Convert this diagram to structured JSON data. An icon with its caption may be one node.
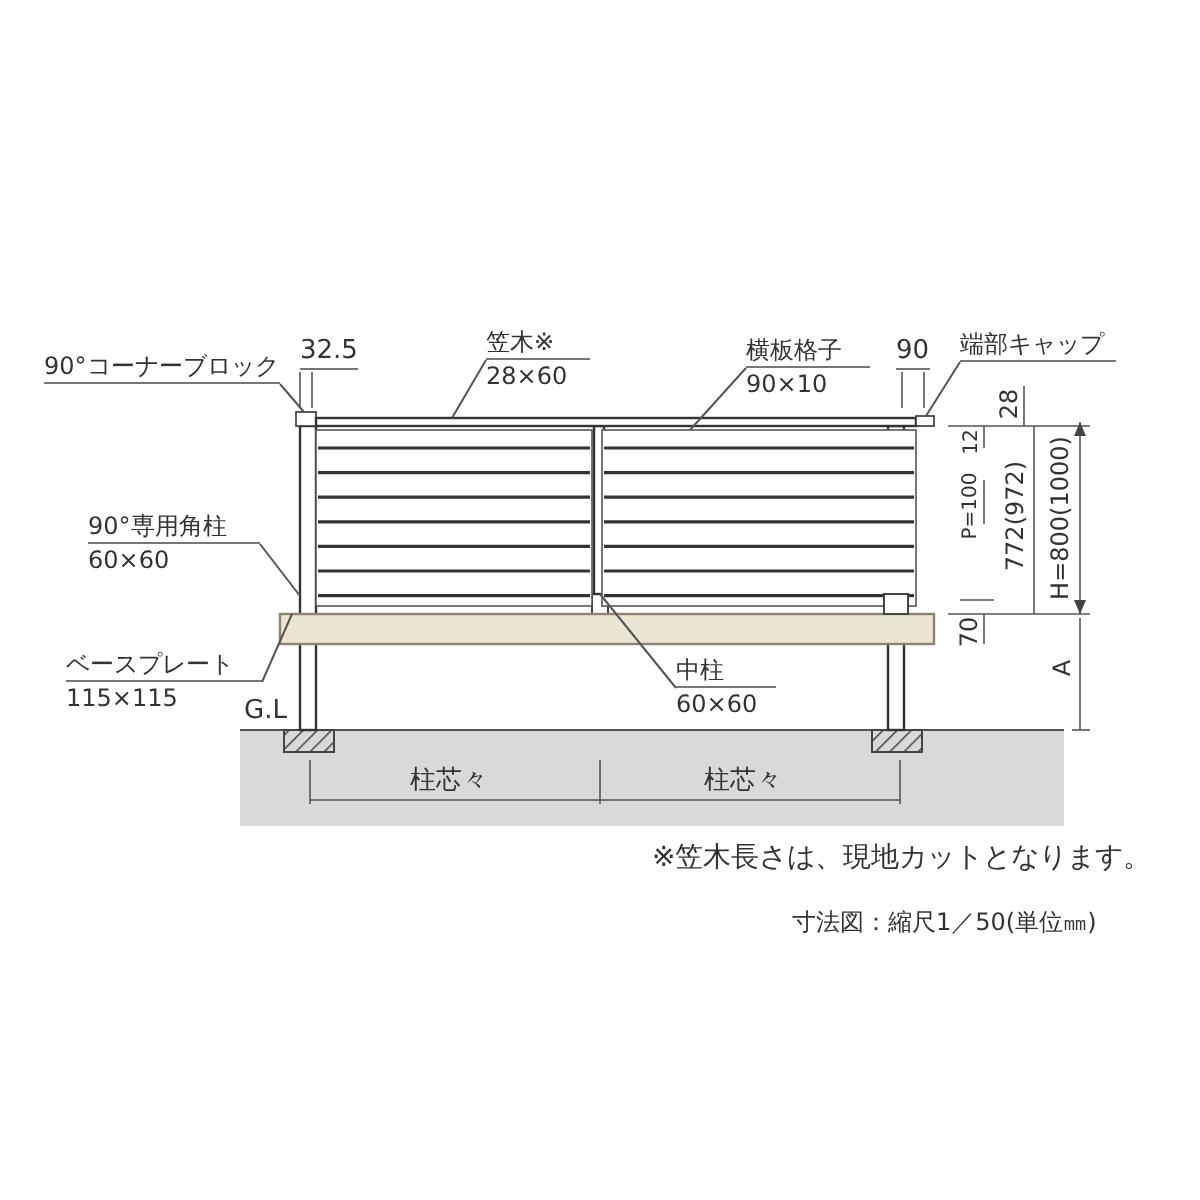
{
  "diagram": {
    "nodes": [
      {
        "text": [
          "90°コーナーブロック"
        ]
      },
      {
        "text": [],
        "shape": "box"
      },
      {
        "text": [
          "笠木※",
          "28×60"
        ]
      },
      {
        "text": [],
        "shape": "bar"
      },
      {
        "text": [
          "横板格子",
          "90×10"
        ]
      },
      {
        "text": [],
        "shape": "box"
      },
      {
        "text": [
          "端部キャップ"
        ]
      },
      {
        "text": [],
        "shape": "box"
      },
      {
        "text": [
          "90°専用角柱",
          "60×60"
        ]
      },
      {
        "text": [],
        "shape": "bar"
      },
      {
        "text": [
          "ベースプレート",
          "115×115"
        ]
      },
      {
        "text": [],
        "shape": "bar"
      },
      {
        "text": [
          "中柱",
          "60×60"
        ]
      },
      {
        "text": [],
        "shape": "bar"
      },
      {
        "text": [],
        "shape": "box"
      },
      {
        "text": [],
        "shape": "bar"
      }
    ],
    "edges": [
      {
        "from": 0,
        "to": 1,
        "arrow": "none"
      },
      {
        "from": 2,
        "to": 3,
        "arrow": "none"
      },
      {
        "from": 4,
        "to": 5,
        "arrow": "none"
      },
      {
        "from": 6,
        "to": 7,
        "arrow": "none"
      },
      {
        "from": 8,
        "to": 9,
        "arrow": "none"
      },
      {
        "from": 10,
        "to": 11,
        "arrow": "none"
      },
      {
        "from": 12,
        "to": 13,
        "arrow": "none"
      }
    ],
    "labels": [
      "32.5",
      "90",
      "28",
      "12",
      "P=100",
      "772(972)",
      "H=800(1000)",
      "70",
      "A",
      "G.L",
      "柱芯々",
      "柱芯々",
      "※笠木長さは、現地カットとなります。",
      "寸法図：縮尺1／50(単位㎜)"
    ]
  }
}
